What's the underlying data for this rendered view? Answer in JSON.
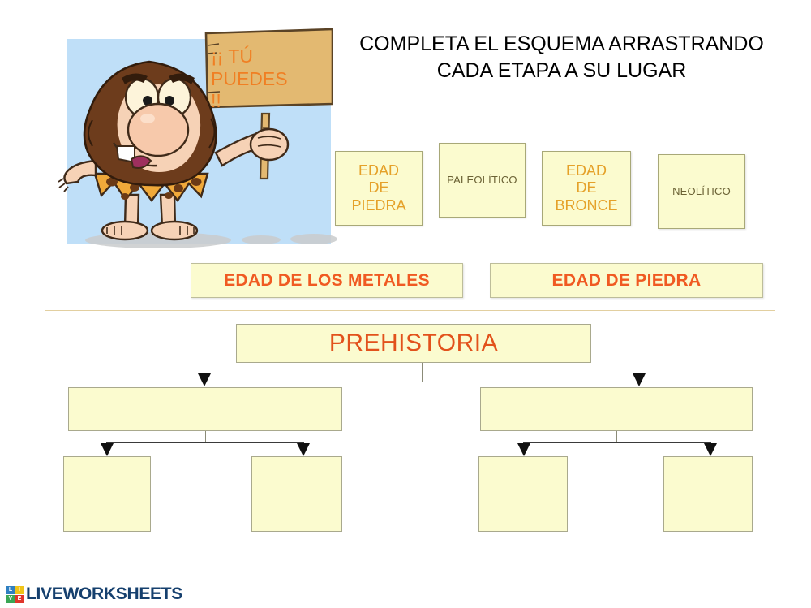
{
  "page": {
    "title": "COMPLETA EL ESQUEMA ARRASTRANDO CADA ETAPA A SU LUGAR"
  },
  "illustration": {
    "name": "caveman-with-sign",
    "sign_text": "¡¡ TÚ PUEDES !!",
    "sign_line1": "¡¡ TÚ",
    "sign_line2": "PUEDES",
    "sign_line3": "!!",
    "background_color": "#bfdff8",
    "sign_color": "#e0a94f",
    "sign_text_color": "#f07f23"
  },
  "word_cards": [
    {
      "id": "card-edad-de-piedra",
      "label": "EDAD\nDE\nPIEDRA",
      "text": "EDAD DE PIEDRA",
      "style": "gold"
    },
    {
      "id": "card-paleolitico",
      "label": "PALEOLÍTICO",
      "text": "PALEOLÍTICO",
      "style": "olive"
    },
    {
      "id": "card-edad-de-bronce",
      "label": "EDAD\nDE\nBRONCE",
      "text": "EDAD DE BRONCE",
      "style": "gold"
    },
    {
      "id": "card-neolitico",
      "label": "NEOLÍTICO",
      "text": "NEOLÍTICO",
      "style": "olive"
    }
  ],
  "card_lines": {
    "piedra_1": "EDAD",
    "piedra_2": "DE",
    "piedra_3": "PIEDRA",
    "paleolitico": "PALEOLÍTICO",
    "bronce_1": "EDAD",
    "bronce_2": "DE",
    "bronce_3": "BRONCE",
    "neolitico": "NEOLÍTICO"
  },
  "header_strips": [
    {
      "id": "strip-edad-de-los-metales",
      "label": "EDAD DE LOS METALES"
    },
    {
      "id": "strip-edad-de-piedra",
      "label": "EDAD DE PIEDRA"
    }
  ],
  "diagram": {
    "root": {
      "id": "node-root",
      "label": "PREHISTORIA"
    },
    "level2": [
      {
        "id": "node-level2-left",
        "label": ""
      },
      {
        "id": "node-level2-right",
        "label": ""
      }
    ],
    "level3": [
      {
        "id": "node-level3-1",
        "label": ""
      },
      {
        "id": "node-level3-2",
        "label": ""
      },
      {
        "id": "node-level3-3",
        "label": ""
      },
      {
        "id": "node-level3-4",
        "label": ""
      }
    ]
  },
  "footer": {
    "brand": "LIVEWORKSHEETS",
    "icon_letters": [
      "L",
      "I",
      "V",
      "E"
    ],
    "icon_colors": [
      "#2f7fc1",
      "#f0c419",
      "#3aa655",
      "#e0352b"
    ]
  },
  "colors": {
    "box_fill": "#fbfbcf",
    "box_border": "#a9a98d",
    "accent_orange": "#f05a22",
    "accent_gold": "#e5a129",
    "olive_text": "#6b6235",
    "divider": "#e2cfa0",
    "brand_navy": "#16406e"
  }
}
